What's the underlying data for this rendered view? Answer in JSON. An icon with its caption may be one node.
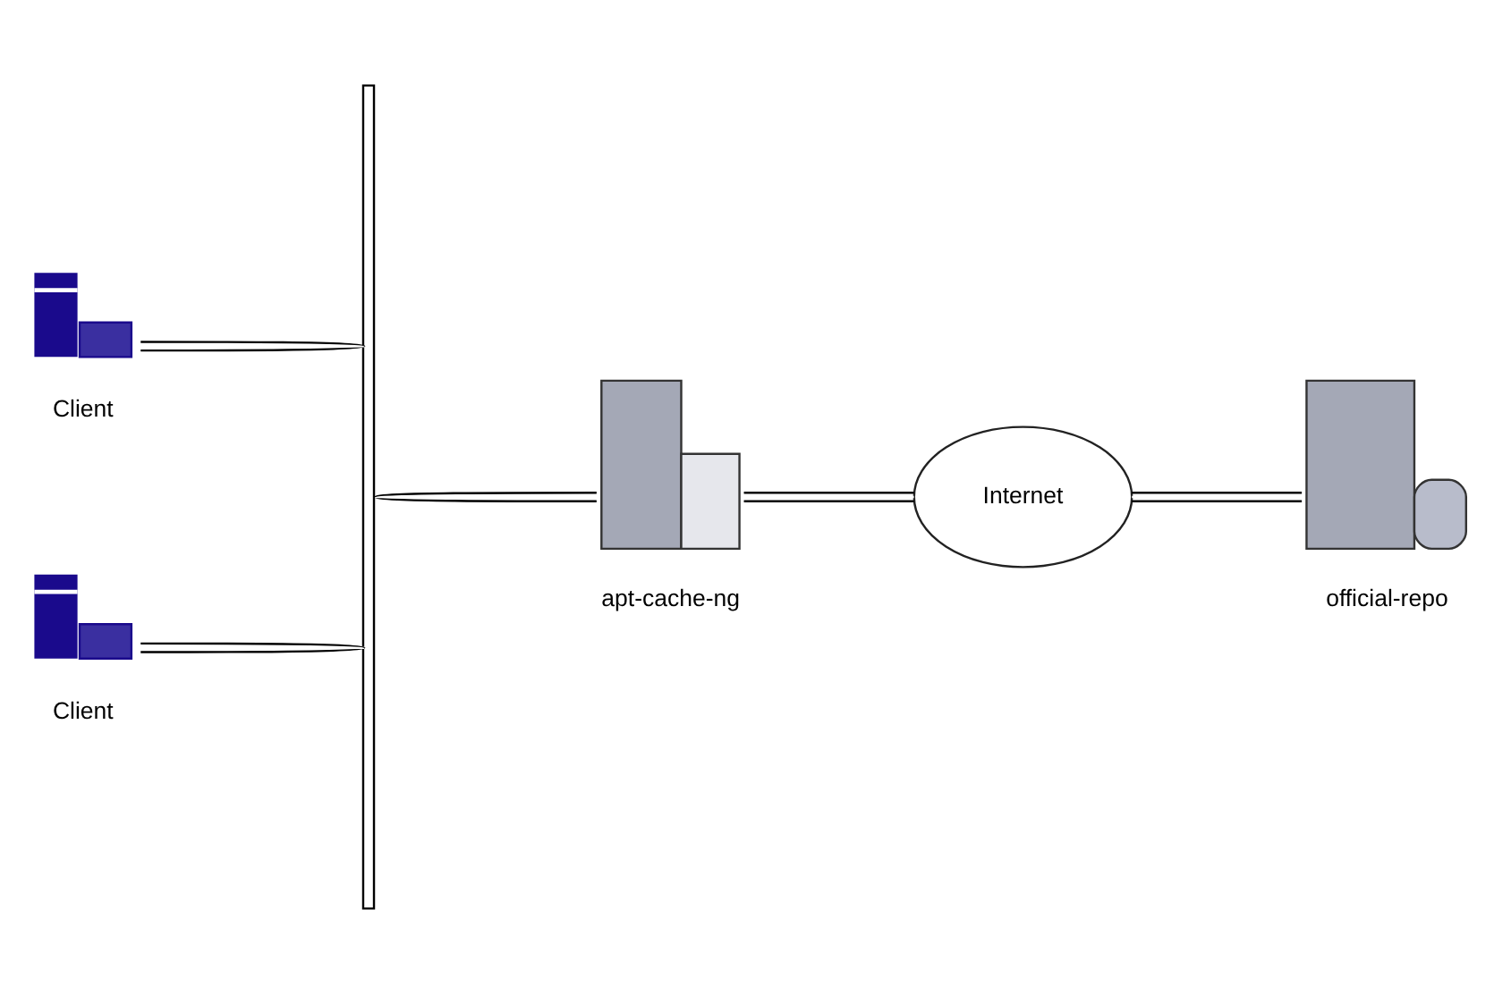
{
  "diagram": {
    "nodes": [
      {
        "text": [
          "Client"
        ]
      },
      {
        "text": [
          "Client"
        ]
      },
      {
        "text": [],
        "shape": "bar"
      },
      {
        "text": [
          "apt-cache-ng"
        ]
      },
      {
        "text": [
          "Internet"
        ]
      },
      {
        "text": [
          "official-repo"
        ]
      }
    ],
    "edges": [
      {
        "from": 0,
        "to": 2,
        "arrow": "none"
      },
      {
        "from": 1,
        "to": 2,
        "arrow": "none"
      },
      {
        "from": 2,
        "to": 3,
        "arrow": "none"
      },
      {
        "from": 3,
        "to": 4,
        "arrow": "none"
      },
      {
        "from": 4,
        "to": 5,
        "arrow": "none"
      }
    ]
  }
}
